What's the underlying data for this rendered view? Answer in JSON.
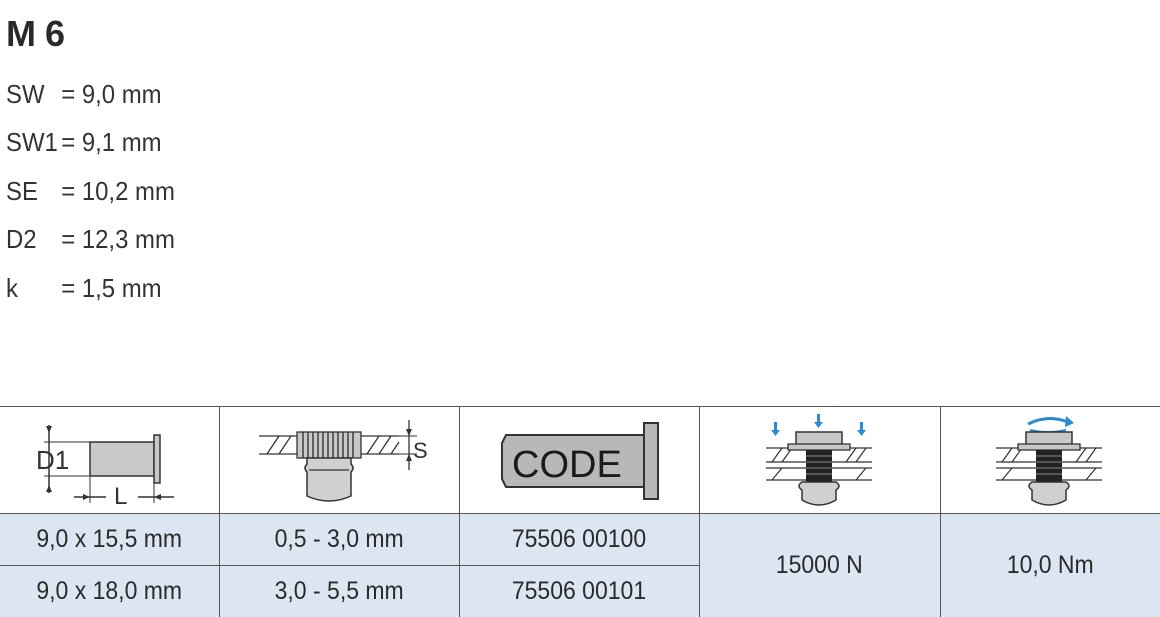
{
  "title": "M 6",
  "specs": [
    {
      "label": "SW",
      "value": "= 9,0 mm"
    },
    {
      "label": "SW1",
      "value": "= 9,1 mm"
    },
    {
      "label": "SE",
      "value": "= 10,2 mm"
    },
    {
      "label": "D2",
      "value": "= 12,3 mm"
    },
    {
      "label": "k",
      "value": "= 1,5 mm"
    }
  ],
  "icons": {
    "col1": {
      "icon": "rivet-nut-dimension-icon",
      "label_d1": "D1",
      "label_l": "L"
    },
    "col2": {
      "icon": "grip-range-icon",
      "label_s": "S"
    },
    "col3": {
      "icon": "code-bolt-icon",
      "label": "CODE"
    },
    "col4": {
      "icon": "setting-force-icon"
    },
    "col5": {
      "icon": "torque-icon"
    }
  },
  "rows": [
    {
      "size": "9,0 x 15,5 mm",
      "grip": "0,5 - 3,0 mm",
      "code": "75506 00100"
    },
    {
      "size": "9,0 x 18,0 mm",
      "grip": "3,0 - 5,5 mm",
      "code": "75506 00101"
    }
  ],
  "force": "15000 N",
  "torque": "10,0 Nm",
  "colors": {
    "row_fill": "#dbe6f2",
    "arrow": "#2a8ccf",
    "part": "#c8c8c8"
  }
}
